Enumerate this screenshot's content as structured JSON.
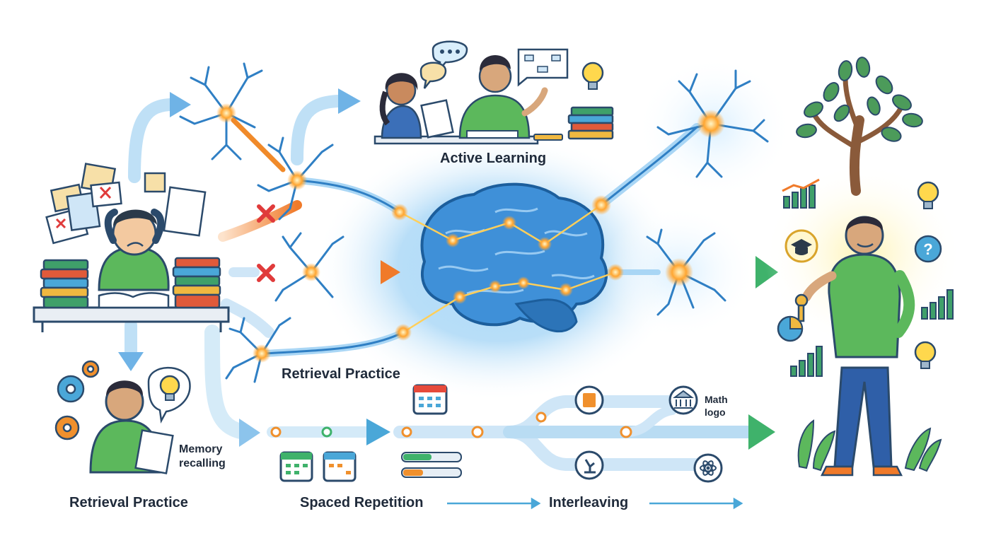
{
  "labels": {
    "active_learning": "Active Learning",
    "retrieval_practice_mid": "Retrieval Practice",
    "retrieval_practice_bottom": "Retrieval Practice",
    "memory_recalling": "Memory recalling",
    "spaced_repetition": "Spaced Repetition",
    "interleaving": "Interleaving",
    "math_logo": "Math logo"
  },
  "colors": {
    "neuron_blue": "#2f7fc4",
    "signal_orange": "#f08a2a",
    "arrow_blue": "#6fb3e6",
    "arrow_green": "#3fb26b",
    "shirt_green": "#5cb85c",
    "glow_yellow": "#ffd84d",
    "text_dark": "#1f2a3a",
    "block_red": "#e03b3b"
  },
  "icons": [
    "brain-icon",
    "neuron-icon",
    "lightbulb-icon",
    "gear-icon",
    "calendar-icon",
    "book-icon",
    "chart-icon",
    "graduation-cap-icon",
    "key-icon",
    "question-icon",
    "tree-icon",
    "atom-icon",
    "bank-icon",
    "microscope-icon",
    "pie-chart-icon",
    "chat-bubble-icon",
    "x-mark-icon"
  ]
}
